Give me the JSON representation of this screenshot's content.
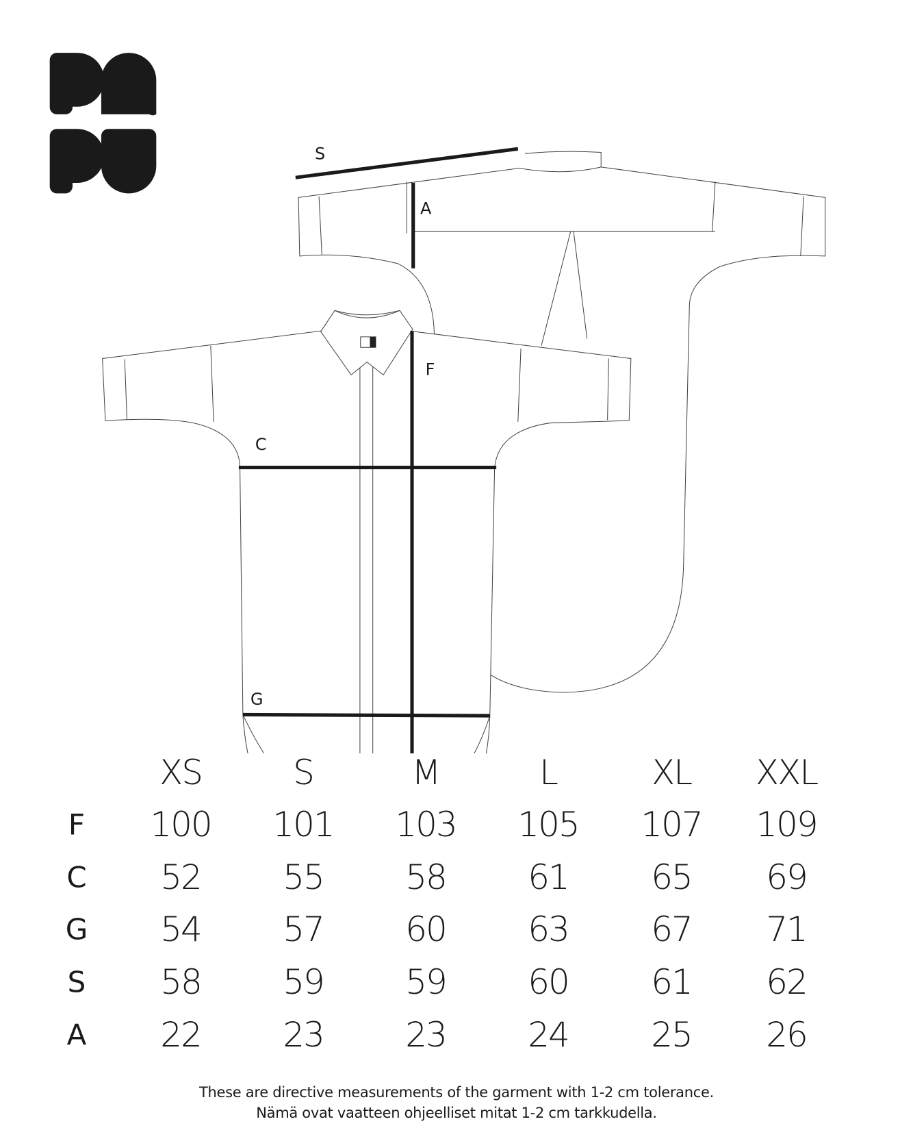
{
  "logo": {
    "text": "PAPU"
  },
  "diagram_labels": {
    "S": "S",
    "A": "A",
    "F": "F",
    "C": "C",
    "G": "G"
  },
  "table": {
    "sizes": [
      "XS",
      "S",
      "M",
      "L",
      "XL",
      "XXL"
    ],
    "rows": [
      {
        "label": "F",
        "values": [
          "100",
          "101",
          "103",
          "105",
          "107",
          "109"
        ]
      },
      {
        "label": "C",
        "values": [
          "52",
          "55",
          "58",
          "61",
          "65",
          "69"
        ]
      },
      {
        "label": "G",
        "values": [
          "54",
          "57",
          "60",
          "63",
          "67",
          "71"
        ]
      },
      {
        "label": "S",
        "values": [
          "58",
          "59",
          "59",
          "60",
          "61",
          "62"
        ]
      },
      {
        "label": "A",
        "values": [
          "22",
          "23",
          "23",
          "24",
          "25",
          "26"
        ]
      }
    ]
  },
  "footer": {
    "line1": "These are directive measurements of the garment with 1-2 cm tolerance.",
    "line2": "Nämä ovat vaatteen ohjeelliset mitat 1-2 cm tarkkudella."
  }
}
